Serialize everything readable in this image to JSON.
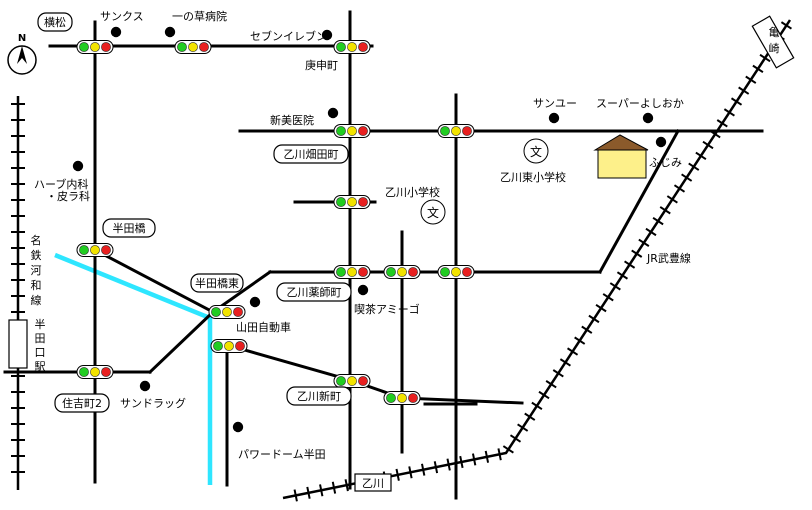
{
  "compass": {
    "north_label": "N"
  },
  "boxed_labels": {
    "yokomatsu": "横松",
    "handabashi": "半田橋",
    "handabashi_higashi": "半田橋東",
    "otsukawa_hatada": "乙川畑田町",
    "otsukawa_yakushi": "乙川薬師町",
    "otsukawa_shin": "乙川新町",
    "sumiyoshi2": "住吉町2",
    "otsukawa": "乙川",
    "kamezaki": "亀崎",
    "handaguchi": "半田口駅"
  },
  "places": {
    "sunkus": "サンクス",
    "ichinokusa": "一の草病院",
    "seven": "セブンイレブン",
    "koshin": "庚申町",
    "shinbi": "新美医院",
    "sunyu": "サンユー",
    "yoshioka": "スーパーよしおか",
    "fujimi": "ふじみ",
    "higashi_school": "乙川東小学校",
    "otsukawa_school": "乙川小学校",
    "herb_1": "ハーブ内科",
    "herb_2": "・皮ラ科",
    "meitetsu": "名鉄河和線",
    "jr": "JR武豊線",
    "amigo": "喫茶アミーゴ",
    "yamada": "山田自動車",
    "sundrug": "サンドラッグ",
    "powerdome": "パワードーム半田"
  },
  "school_symbol": "文",
  "colors": {
    "signal_green": "#22cc22",
    "signal_yellow": "#f2e300",
    "signal_red": "#e82020",
    "river": "#2ee6ff",
    "school_wall": "#fdf08a",
    "school_roof": "#8b5a2b"
  }
}
